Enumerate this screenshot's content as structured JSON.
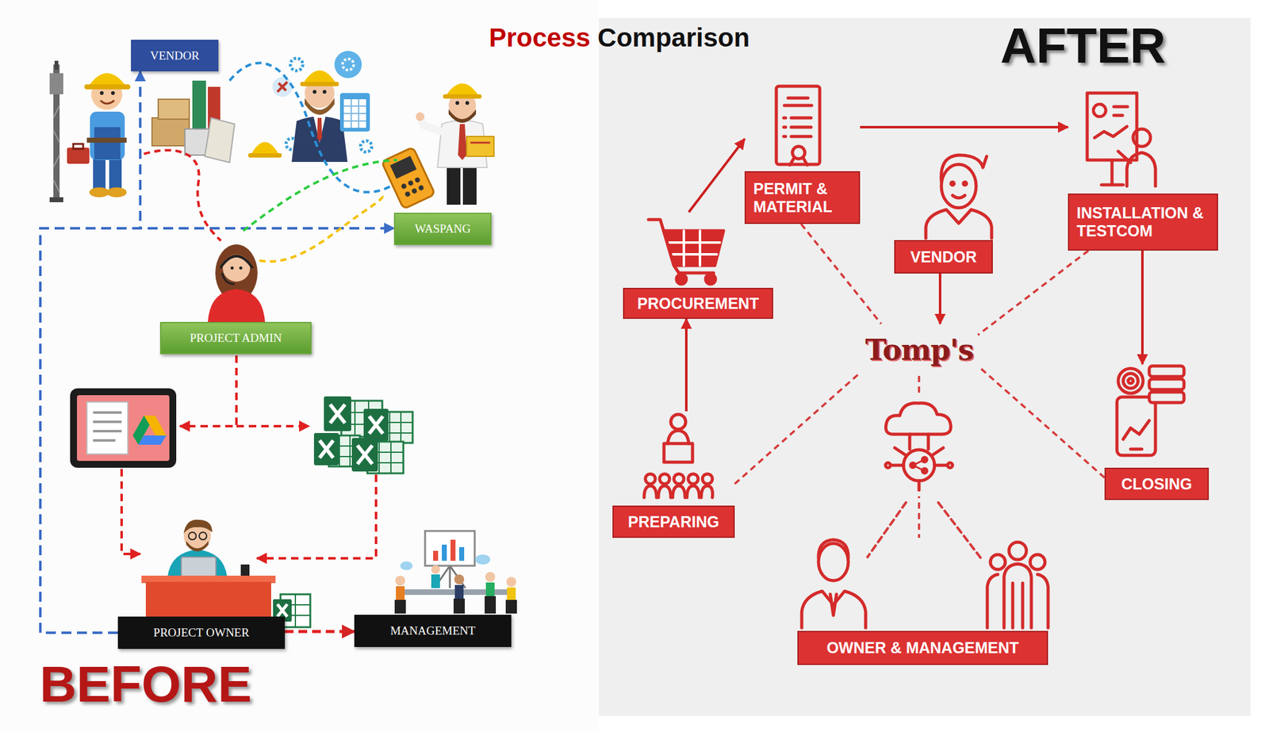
{
  "diagram": {
    "title": "Process Comparison",
    "nodes": [
      {
        "text": [
          "VENDOR"
        ]
      },
      {
        "text": [
          "WASPANG"
        ]
      },
      {
        "text": [
          "PROJECT ADMIN"
        ]
      },
      {
        "text": [
          "PROJECT OWNER"
        ]
      },
      {
        "text": [
          "MANAGEMENT"
        ]
      },
      {
        "text": [
          "PERMIT & MATERIAL"
        ]
      },
      {
        "text": [
          "VENDOR"
        ]
      },
      {
        "text": [
          "INSTALLATION & TESTCOM"
        ]
      },
      {
        "text": [
          "PROCUREMENT"
        ]
      },
      {
        "text": [
          "Tomp's"
        ]
      },
      {
        "text": [
          "PREPARING"
        ]
      },
      {
        "text": [
          "CLOSING"
        ]
      },
      {
        "text": [
          "OWNER & MANAGEMENT"
        ]
      }
    ],
    "edges": [
      {
        "from": 3,
        "to": 0,
        "arrow": "to"
      },
      {
        "from": 3,
        "to": 1,
        "arrow": "to"
      },
      {
        "from": 3,
        "to": 4,
        "arrow": "to"
      },
      {
        "from": 10,
        "to": 8,
        "arrow": "to"
      },
      {
        "from": 8,
        "to": 5,
        "arrow": "to"
      },
      {
        "from": 5,
        "to": 7,
        "arrow": "to"
      },
      {
        "from": 7,
        "to": 11,
        "arrow": "to"
      },
      {
        "from": 6,
        "to": 9,
        "arrow": "to"
      },
      {
        "from": 5,
        "to": 9,
        "arrow": "none"
      },
      {
        "from": 7,
        "to": 9,
        "arrow": "none"
      },
      {
        "from": 10,
        "to": 9,
        "arrow": "none"
      },
      {
        "from": 11,
        "to": 9,
        "arrow": "none"
      },
      {
        "from": 9,
        "to": 12,
        "arrow": "none"
      }
    ],
    "labels": [
      "AFTER",
      "BEFORE"
    ]
  }
}
